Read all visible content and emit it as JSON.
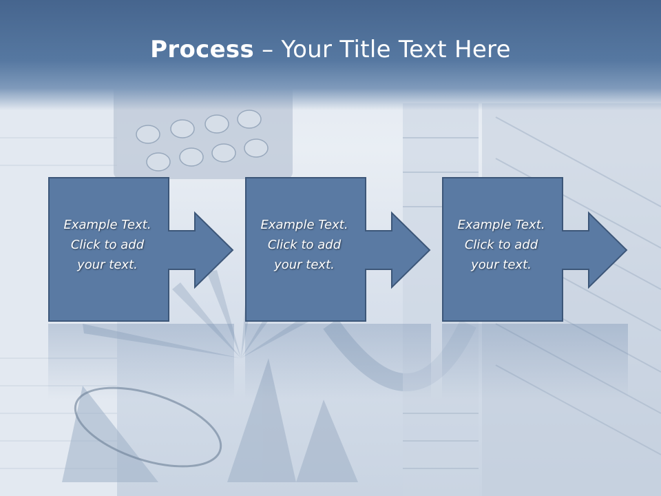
{
  "slide": {
    "title_bold": "Process",
    "title_rest": " – Your Title Text Here"
  },
  "steps": [
    {
      "line1": "Example Text.",
      "line2": "Click  to add",
      "line3": "your text."
    },
    {
      "line1": "Example Text.",
      "line2": "Click  to add",
      "line3": "your text."
    },
    {
      "line1": "Example Text.",
      "line2": "Click  to add",
      "line3": "your text."
    }
  ],
  "colors": {
    "box_fill": "#5a7aa3",
    "box_border": "#3c5678",
    "title_bar": "#4f6f98",
    "text": "#ffffff"
  }
}
